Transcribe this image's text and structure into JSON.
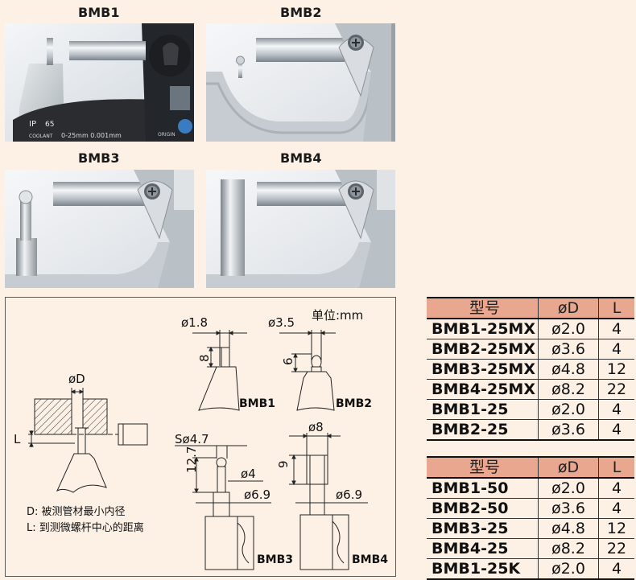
{
  "photos": [
    {
      "label": "BMB1",
      "text_ip": "IP",
      "text_ip_num": "65",
      "text_coolant": "COOLANT",
      "text_range": "0-25mm 0.001mm",
      "text_origin": "ORIGIN"
    },
    {
      "label": "BMB2"
    },
    {
      "label": "BMB3"
    },
    {
      "label": "BMB4"
    }
  ],
  "diagram": {
    "unit": "单位:mm",
    "od_label": "øD",
    "l_label": "L",
    "note_d": "D: 被测管材最小内径",
    "note_l": "L: 到测微螺杆中心的距离",
    "bmb1": {
      "name": "BMB1",
      "dia": "ø1.8",
      "len": "8"
    },
    "bmb2": {
      "name": "BMB2",
      "dia": "ø3.5",
      "len": "6"
    },
    "bmb3": {
      "name": "BMB3",
      "sphere": "Sø4.7",
      "len": "12.7",
      "neck": "ø4",
      "base": "ø6.9"
    },
    "bmb4": {
      "name": "BMB4",
      "dia": "ø8",
      "len": "9",
      "base": "ø6.9"
    }
  },
  "table1": {
    "headers": [
      "型号",
      "øD",
      "L"
    ],
    "rows": [
      [
        "BMB1-25MX",
        "ø2.0",
        "4"
      ],
      [
        "BMB2-25MX",
        "ø3.6",
        "4"
      ],
      [
        "BMB3-25MX",
        "ø4.8",
        "12"
      ],
      [
        "BMB4-25MX",
        "ø8.2",
        "22"
      ],
      [
        "BMB1-25",
        "ø2.0",
        "4"
      ],
      [
        "BMB2-25",
        "ø3.6",
        "4"
      ]
    ]
  },
  "table2": {
    "headers": [
      "型号",
      "øD",
      "L"
    ],
    "rows": [
      [
        "BMB1-50",
        "ø2.0",
        "4"
      ],
      [
        "BMB2-50",
        "ø3.6",
        "4"
      ],
      [
        "BMB3-25",
        "ø4.8",
        "12"
      ],
      [
        "BMB4-25",
        "ø8.2",
        "22"
      ],
      [
        "BMB1-25K",
        "ø2.0",
        "4"
      ]
    ]
  }
}
